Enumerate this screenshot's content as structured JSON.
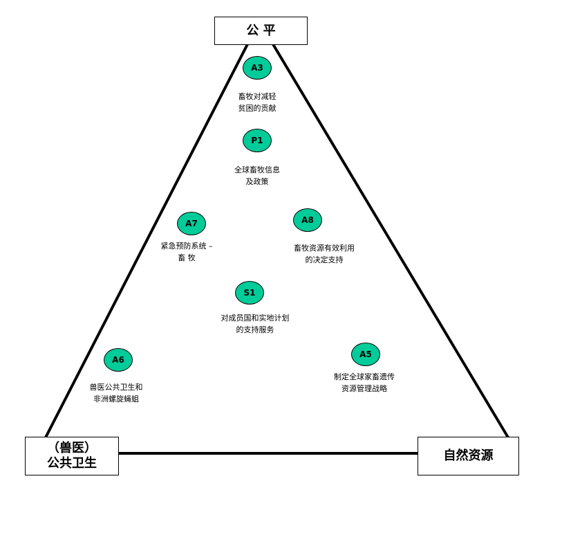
{
  "vertices": {
    "top": {
      "lines": [
        "公 平"
      ]
    },
    "bottom_left": {
      "lines": [
        "（兽医）",
        "公共卫生"
      ]
    },
    "bottom_right": {
      "lines": [
        "自然资源"
      ]
    }
  },
  "nodes": [
    {
      "id": "A3",
      "lines": [
        "畜牧对减轻",
        "贫困的贡献"
      ]
    },
    {
      "id": "P1",
      "lines": [
        "全球畜牧信息",
        "及政策"
      ]
    },
    {
      "id": "A7",
      "lines": [
        "紧急预防系统 –",
        "畜 牧"
      ]
    },
    {
      "id": "A8",
      "lines": [
        "畜牧资源有效利用",
        "的决定支持"
      ]
    },
    {
      "id": "S1",
      "lines": [
        "对成员国和实地计划",
        "的支持服务"
      ]
    },
    {
      "id": "A6",
      "lines": [
        "兽医公共卫生和",
        "非洲螺旋蝇蛆"
      ]
    },
    {
      "id": "A5",
      "lines": [
        "制定全球家畜遗传",
        "资源管理战略"
      ]
    }
  ],
  "colors": {
    "node_fill": "#00cc99",
    "line": "#000000"
  }
}
